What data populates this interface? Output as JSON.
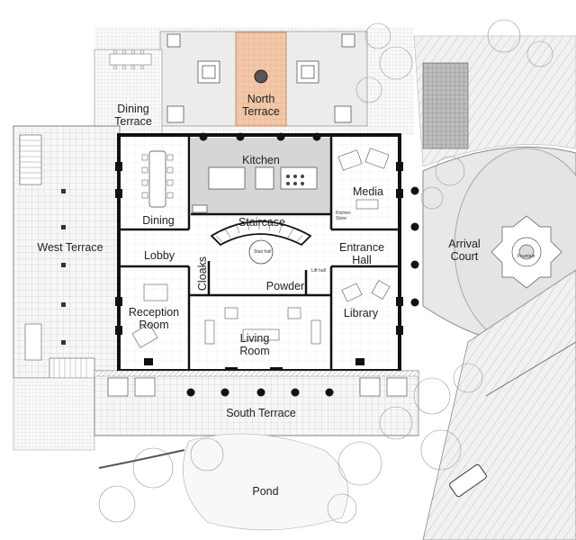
{
  "diagram": {
    "rooms": {
      "north_terrace": {
        "line1": "North",
        "line2": "Terrace"
      },
      "dining_terrace": {
        "line1": "Dining",
        "line2": "Terrace"
      },
      "kitchen": "Kitchen",
      "dining": "Dining",
      "media": "Media",
      "staircase": "Staircase",
      "west_terrace": "West Terrace",
      "lobby": "Lobby",
      "entrance_hall": {
        "line1": "Entrance",
        "line2": "Hall"
      },
      "arrival_court": {
        "line1": "Arrival",
        "line2": "Court"
      },
      "cloaks": "Cloaks",
      "powder": "Powder",
      "library": "Library",
      "reception_room": {
        "line1": "Reception",
        "line2": "Room"
      },
      "living_room": {
        "line1": "Living",
        "line2": "Room"
      },
      "south_terrace": "South Terrace",
      "pond": "Pond"
    },
    "small_labels": {
      "stair_hall": "Stair hall",
      "lift_hall": "Lift hall",
      "kitchen_store": "Kitchen Store",
      "fountain": "Fountain"
    },
    "colors": {
      "north_terrace_fill": "#f2c8a8",
      "kitchen_fill": "#d6d6d6",
      "wall": "#111111",
      "lawn": "#e9e9e9"
    }
  }
}
